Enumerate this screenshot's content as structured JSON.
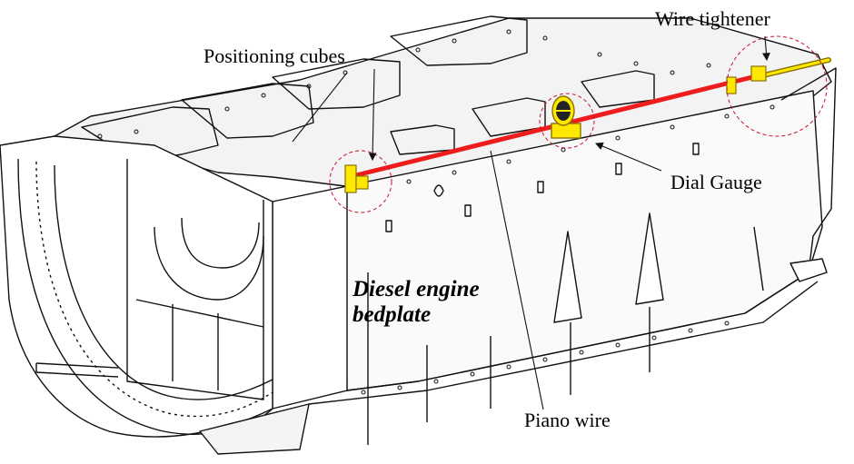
{
  "labels": {
    "positioning_cubes": "Positioning cubes",
    "wire_tightener": "Wire tightener",
    "dial_gauge": "Dial Gauge",
    "piano_wire": "Piano wire",
    "bedplate_line1": "Diesel engine",
    "bedplate_line2": "bedplate"
  },
  "colors": {
    "piano_wire": "#ee1c1c",
    "fixture_yellow": "#ffe800",
    "fixture_outline": "#8a7300",
    "highlight_circle": "#c8102e",
    "line_art": "#111111"
  }
}
